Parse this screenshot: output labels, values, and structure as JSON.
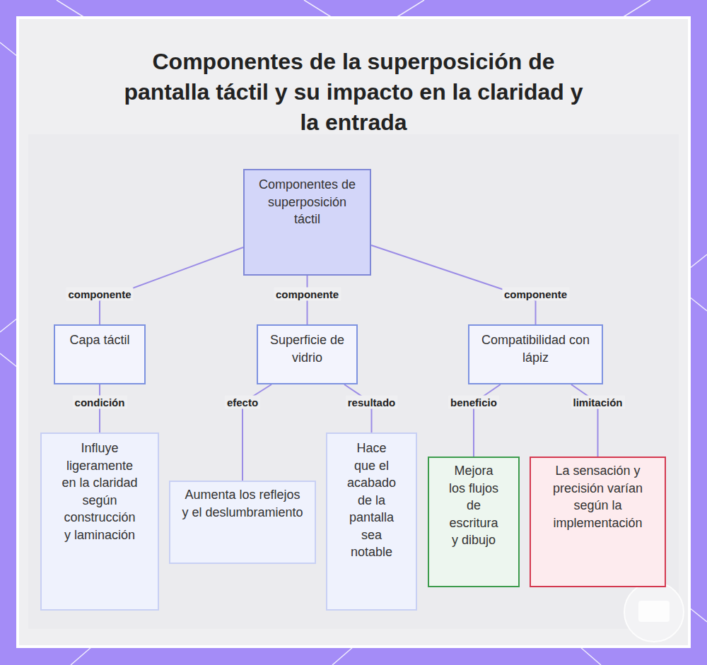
{
  "diagram": {
    "title": "Componentes de la superposición de pantalla táctil y su impacto en la claridad y la entrada",
    "nodes": [
      {
        "text": [
          "Componentes de superposición táctil"
        ]
      },
      {
        "text": [
          "Capa táctil"
        ]
      },
      {
        "text": [
          "Superficie de vidrio"
        ]
      },
      {
        "text": [
          "Compatibilidad con lápiz"
        ]
      },
      {
        "text": [
          "Influye ligeramente en la claridad según construcción y laminación"
        ]
      },
      {
        "text": [
          "Aumenta los reflejos y el deslumbramiento"
        ]
      },
      {
        "text": [
          "Hace que el acabado de la pantalla sea notable"
        ]
      },
      {
        "text": [
          "Mejora los flujos de escritura y dibujo"
        ]
      },
      {
        "text": [
          "La sensación y precisión varían según la implementación"
        ]
      }
    ],
    "edges": [
      {
        "from": 0,
        "to": 1,
        "label": "componente",
        "arrow": "none"
      },
      {
        "from": 0,
        "to": 2,
        "label": "componente",
        "arrow": "none"
      },
      {
        "from": 0,
        "to": 3,
        "label": "componente",
        "arrow": "none"
      },
      {
        "from": 1,
        "to": 4,
        "label": "condición",
        "arrow": "none"
      },
      {
        "from": 2,
        "to": 5,
        "label": "efecto",
        "arrow": "none"
      },
      {
        "from": 2,
        "to": 6,
        "label": "resultado",
        "arrow": "none"
      },
      {
        "from": 3,
        "to": 7,
        "label": "beneficio",
        "arrow": "none"
      },
      {
        "from": 3,
        "to": 8,
        "label": "limitación",
        "arrow": "none"
      }
    ]
  }
}
